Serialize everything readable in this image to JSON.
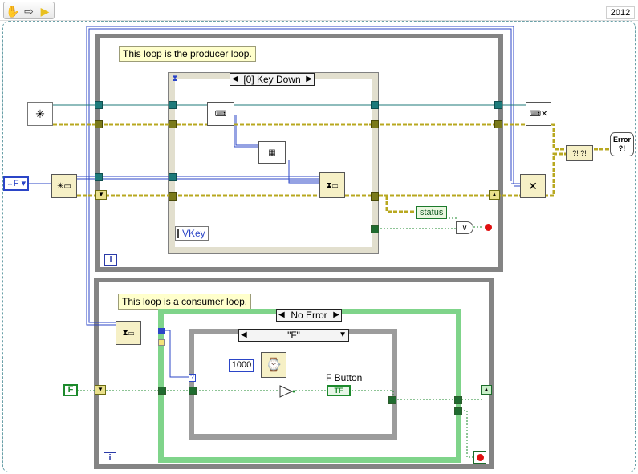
{
  "toolbar": {
    "tools": [
      {
        "name": "hand-icon",
        "glyph": "✋"
      },
      {
        "name": "arrow-right-icon",
        "glyph": "⇨"
      },
      {
        "name": "run-arrow-icon",
        "glyph": "▶"
      }
    ],
    "version": "2012"
  },
  "producer": {
    "note": "This loop is the producer loop.",
    "event_case": "[0] Key Down",
    "vkey": "VKey",
    "status": "status",
    "iteration": "i"
  },
  "consumer": {
    "note": "This loop is a consumer loop.",
    "error_case": "No Error",
    "string_case": "\"F\"",
    "wait_ms": "1000",
    "button_label": "F Button",
    "bool_ind": "TF",
    "iteration": "i"
  },
  "left": {
    "enum_value": "F",
    "bool_const": "F"
  },
  "right": {
    "error_label": "Error ?!"
  },
  "colors": {
    "loop_border": "#848484",
    "wire_blue": "#2b45c7",
    "wire_teal": "#1d7a7a",
    "wire_error": "#b8a820",
    "wire_bool": "#1c8a2c"
  }
}
